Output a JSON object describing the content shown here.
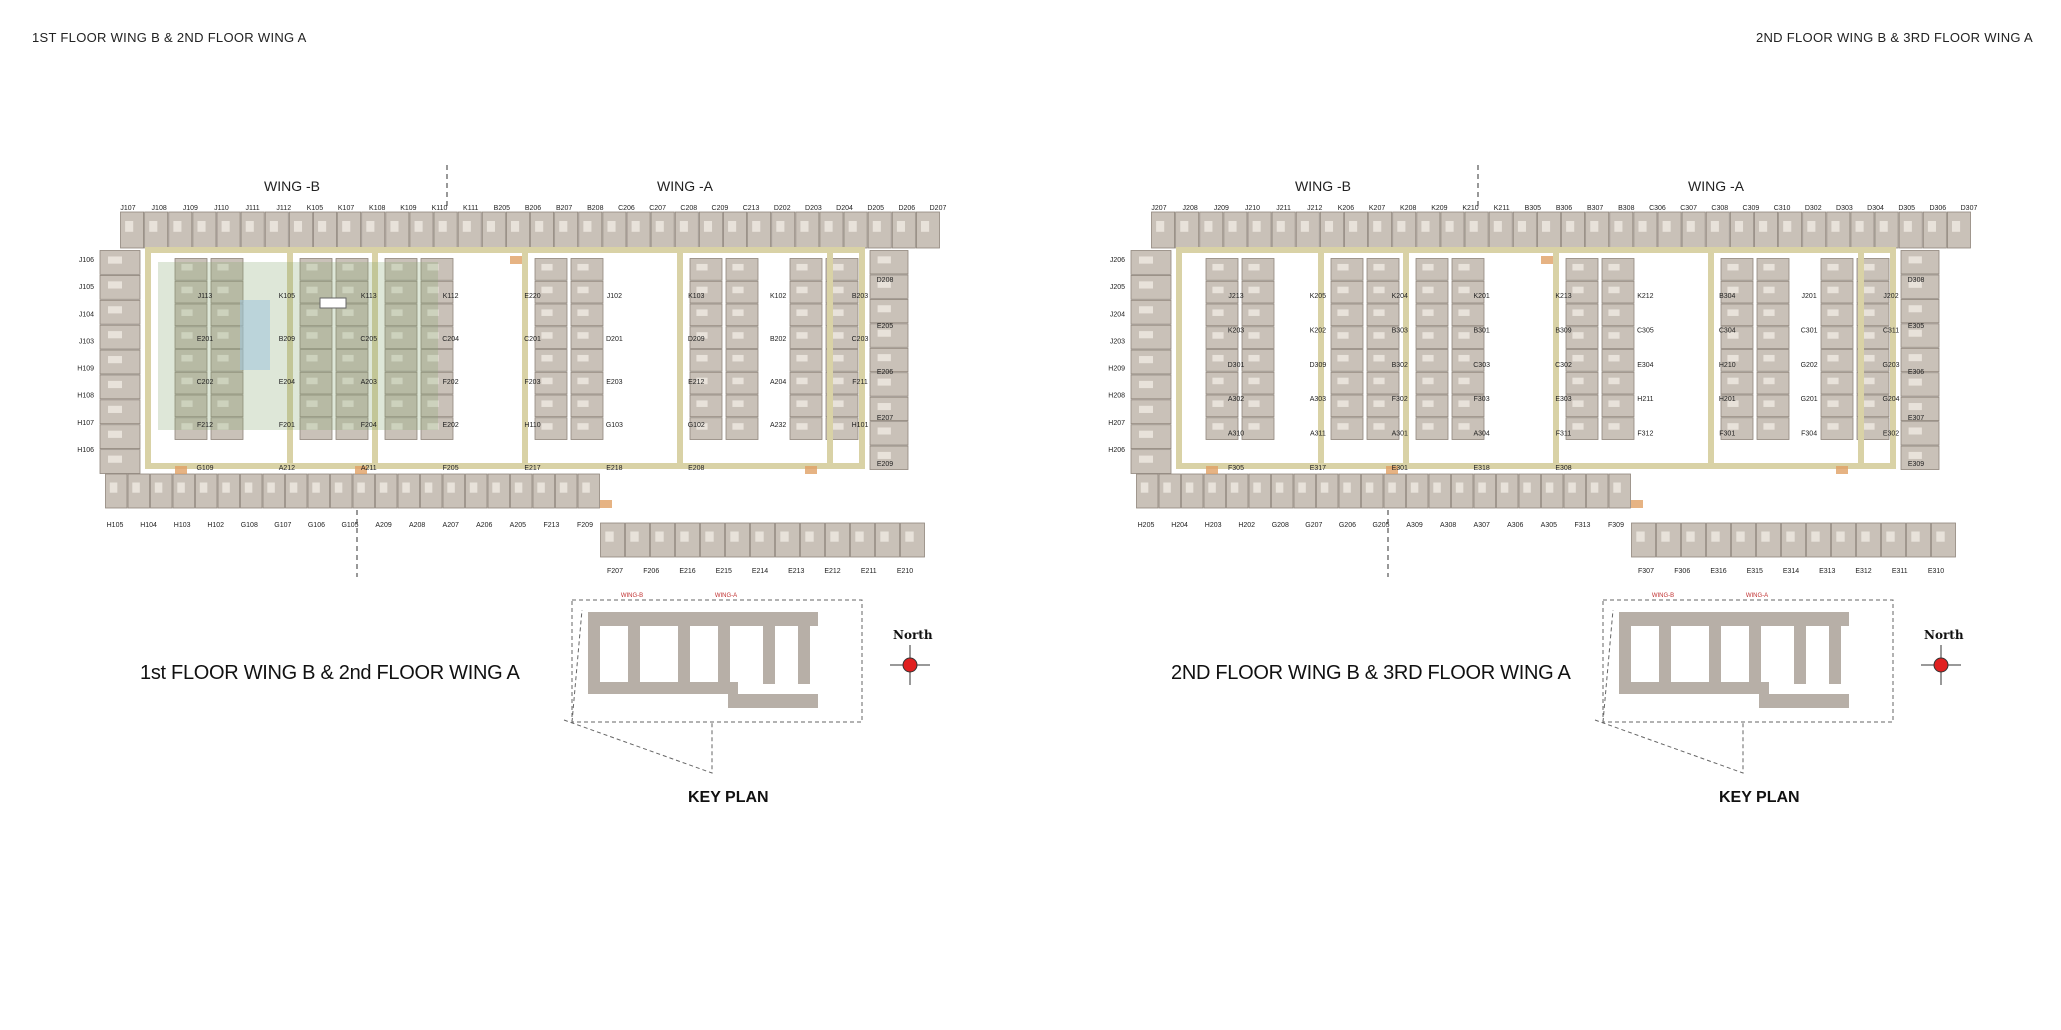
{
  "titles": {
    "left": "1ST FLOOR WING B & 2ND FLOOR WING A",
    "right": "2ND FLOOR WING B & 3RD FLOOR WING A"
  },
  "colors": {
    "unit_fill": "#c9c1b8",
    "unit_stroke": "#8f857b",
    "corridor": "#d9d2a6",
    "courtyard": "#8aa873",
    "stair_accent": "#e0a064",
    "north_marker": "#e02020",
    "dashed_line": "#555555"
  },
  "panels": [
    {
      "wing_b_label": "WING -B",
      "wing_a_label": "WING -A",
      "floor_caption": "1st FLOOR WING B &  2nd FLOOR WING A",
      "key_plan_label": "KEY PLAN",
      "north_label": "North",
      "key_plan_wing_b": "WING-B",
      "key_plan_wing_a": "WING-A",
      "top_units": [
        "J107",
        "J108",
        "J109",
        "J110",
        "J111",
        "J112",
        "K105",
        "K107",
        "K108",
        "K109",
        "K110",
        "K111",
        "B205",
        "B206",
        "B207",
        "B208",
        "C206",
        "C207",
        "C208",
        "C209",
        "C213",
        "D202",
        "D203",
        "D204",
        "D205",
        "D206",
        "D207"
      ],
      "bottom_units": [
        "H105",
        "H104",
        "H103",
        "H102",
        "G108",
        "G107",
        "G106",
        "G105",
        "A209",
        "A208",
        "A207",
        "A206",
        "A205",
        "F213",
        "F209"
      ],
      "wing_a_bottom_units": [
        "F207",
        "F206",
        "E216",
        "E215",
        "E214",
        "E213",
        "E212",
        "E211",
        "E210"
      ],
      "left_units": [
        "J106",
        "J105",
        "J104",
        "J103",
        "H109",
        "H108",
        "H107",
        "H106"
      ],
      "right_units": [
        "D208",
        "E205",
        "E206",
        "E207",
        "E209"
      ],
      "interior_units": [
        "J113",
        "K105",
        "K113",
        "K112",
        "E220",
        "J102",
        "K103",
        "K102",
        "B203",
        "E201",
        "B209",
        "C205",
        "C204",
        "C201",
        "D201",
        "D209",
        "B202",
        "C203",
        "C202",
        "E204",
        "A203",
        "F202",
        "F203",
        "E203",
        "E212",
        "A204",
        "F211",
        "F212",
        "F201",
        "F204",
        "E202",
        "H110",
        "G103",
        "G102",
        "A232",
        "H101",
        "G109",
        "A212",
        "A211",
        "F205",
        "E217",
        "E218",
        "E208"
      ]
    },
    {
      "wing_b_label": "WING -B",
      "wing_a_label": "WING -A",
      "floor_caption": "2ND FLOOR WING B &  3RD FLOOR WING A",
      "key_plan_label": "KEY PLAN",
      "north_label": "North",
      "key_plan_wing_b": "WING-B",
      "key_plan_wing_a": "WING-A",
      "top_units": [
        "J207",
        "J208",
        "J209",
        "J210",
        "J211",
        "J212",
        "K206",
        "K207",
        "K208",
        "K209",
        "K210",
        "K211",
        "B305",
        "B306",
        "B307",
        "B308",
        "C306",
        "C307",
        "C308",
        "C309",
        "C310",
        "D302",
        "D303",
        "D304",
        "D305",
        "D306",
        "D307"
      ],
      "bottom_units": [
        "H205",
        "H204",
        "H203",
        "H202",
        "G208",
        "G207",
        "G206",
        "G205",
        "A309",
        "A308",
        "A307",
        "A306",
        "A305",
        "F313",
        "F309"
      ],
      "wing_a_bottom_units": [
        "F307",
        "F306",
        "E316",
        "E315",
        "E314",
        "E313",
        "E312",
        "E311",
        "E310"
      ],
      "left_units": [
        "J206",
        "J205",
        "J204",
        "J203",
        "H209",
        "H208",
        "H207",
        "H206"
      ],
      "right_units": [
        "D308",
        "E305",
        "E306",
        "E307",
        "E309"
      ],
      "interior_units": [
        "J213",
        "K205",
        "K204",
        "K201",
        "K213",
        "K212",
        "B304",
        "J201",
        "J202",
        "K203",
        "K202",
        "B303",
        "B301",
        "B309",
        "C305",
        "C304",
        "C301",
        "C311",
        "D301",
        "D309",
        "B302",
        "C303",
        "C302",
        "E304",
        "H210",
        "G202",
        "G203",
        "A302",
        "A303",
        "F302",
        "F303",
        "E303",
        "H211",
        "H201",
        "G201",
        "G204",
        "A310",
        "A311",
        "A301",
        "A304",
        "F311",
        "F312",
        "F301",
        "F304",
        "E302",
        "F305",
        "E317",
        "E301",
        "E318",
        "E308"
      ]
    }
  ]
}
